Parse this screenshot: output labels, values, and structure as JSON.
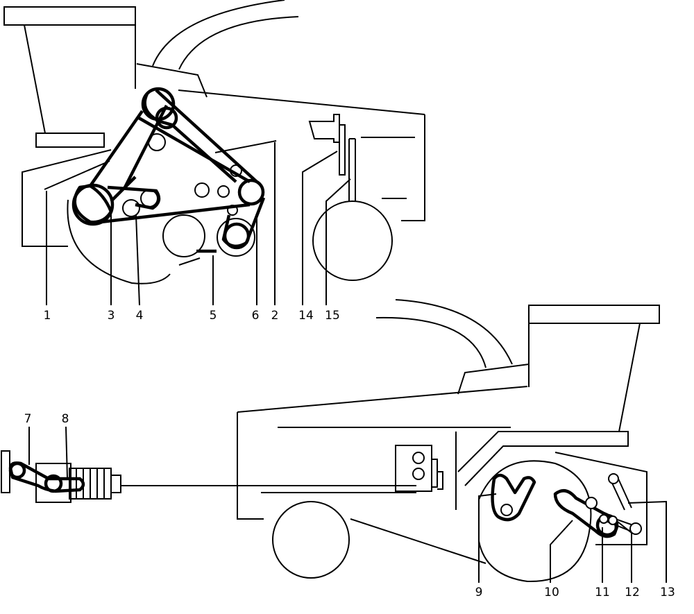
{
  "diagram": {
    "top_view_labels": [
      "1",
      "2",
      "3",
      "4",
      "5",
      "6",
      "14",
      "15"
    ],
    "bottom_view_labels": [
      "7",
      "8",
      "9",
      "10",
      "11",
      "12",
      "13"
    ],
    "labels": {
      "l1": "1",
      "l2": "2",
      "l3": "3",
      "l4": "4",
      "l5": "5",
      "l6": "6",
      "l7": "7",
      "l8": "8",
      "l9": "9",
      "l10": "10",
      "l11": "11",
      "l12": "12",
      "l13": "13",
      "l14": "14",
      "l15": "15"
    },
    "line_color": "#000000",
    "background": "#ffffff"
  }
}
